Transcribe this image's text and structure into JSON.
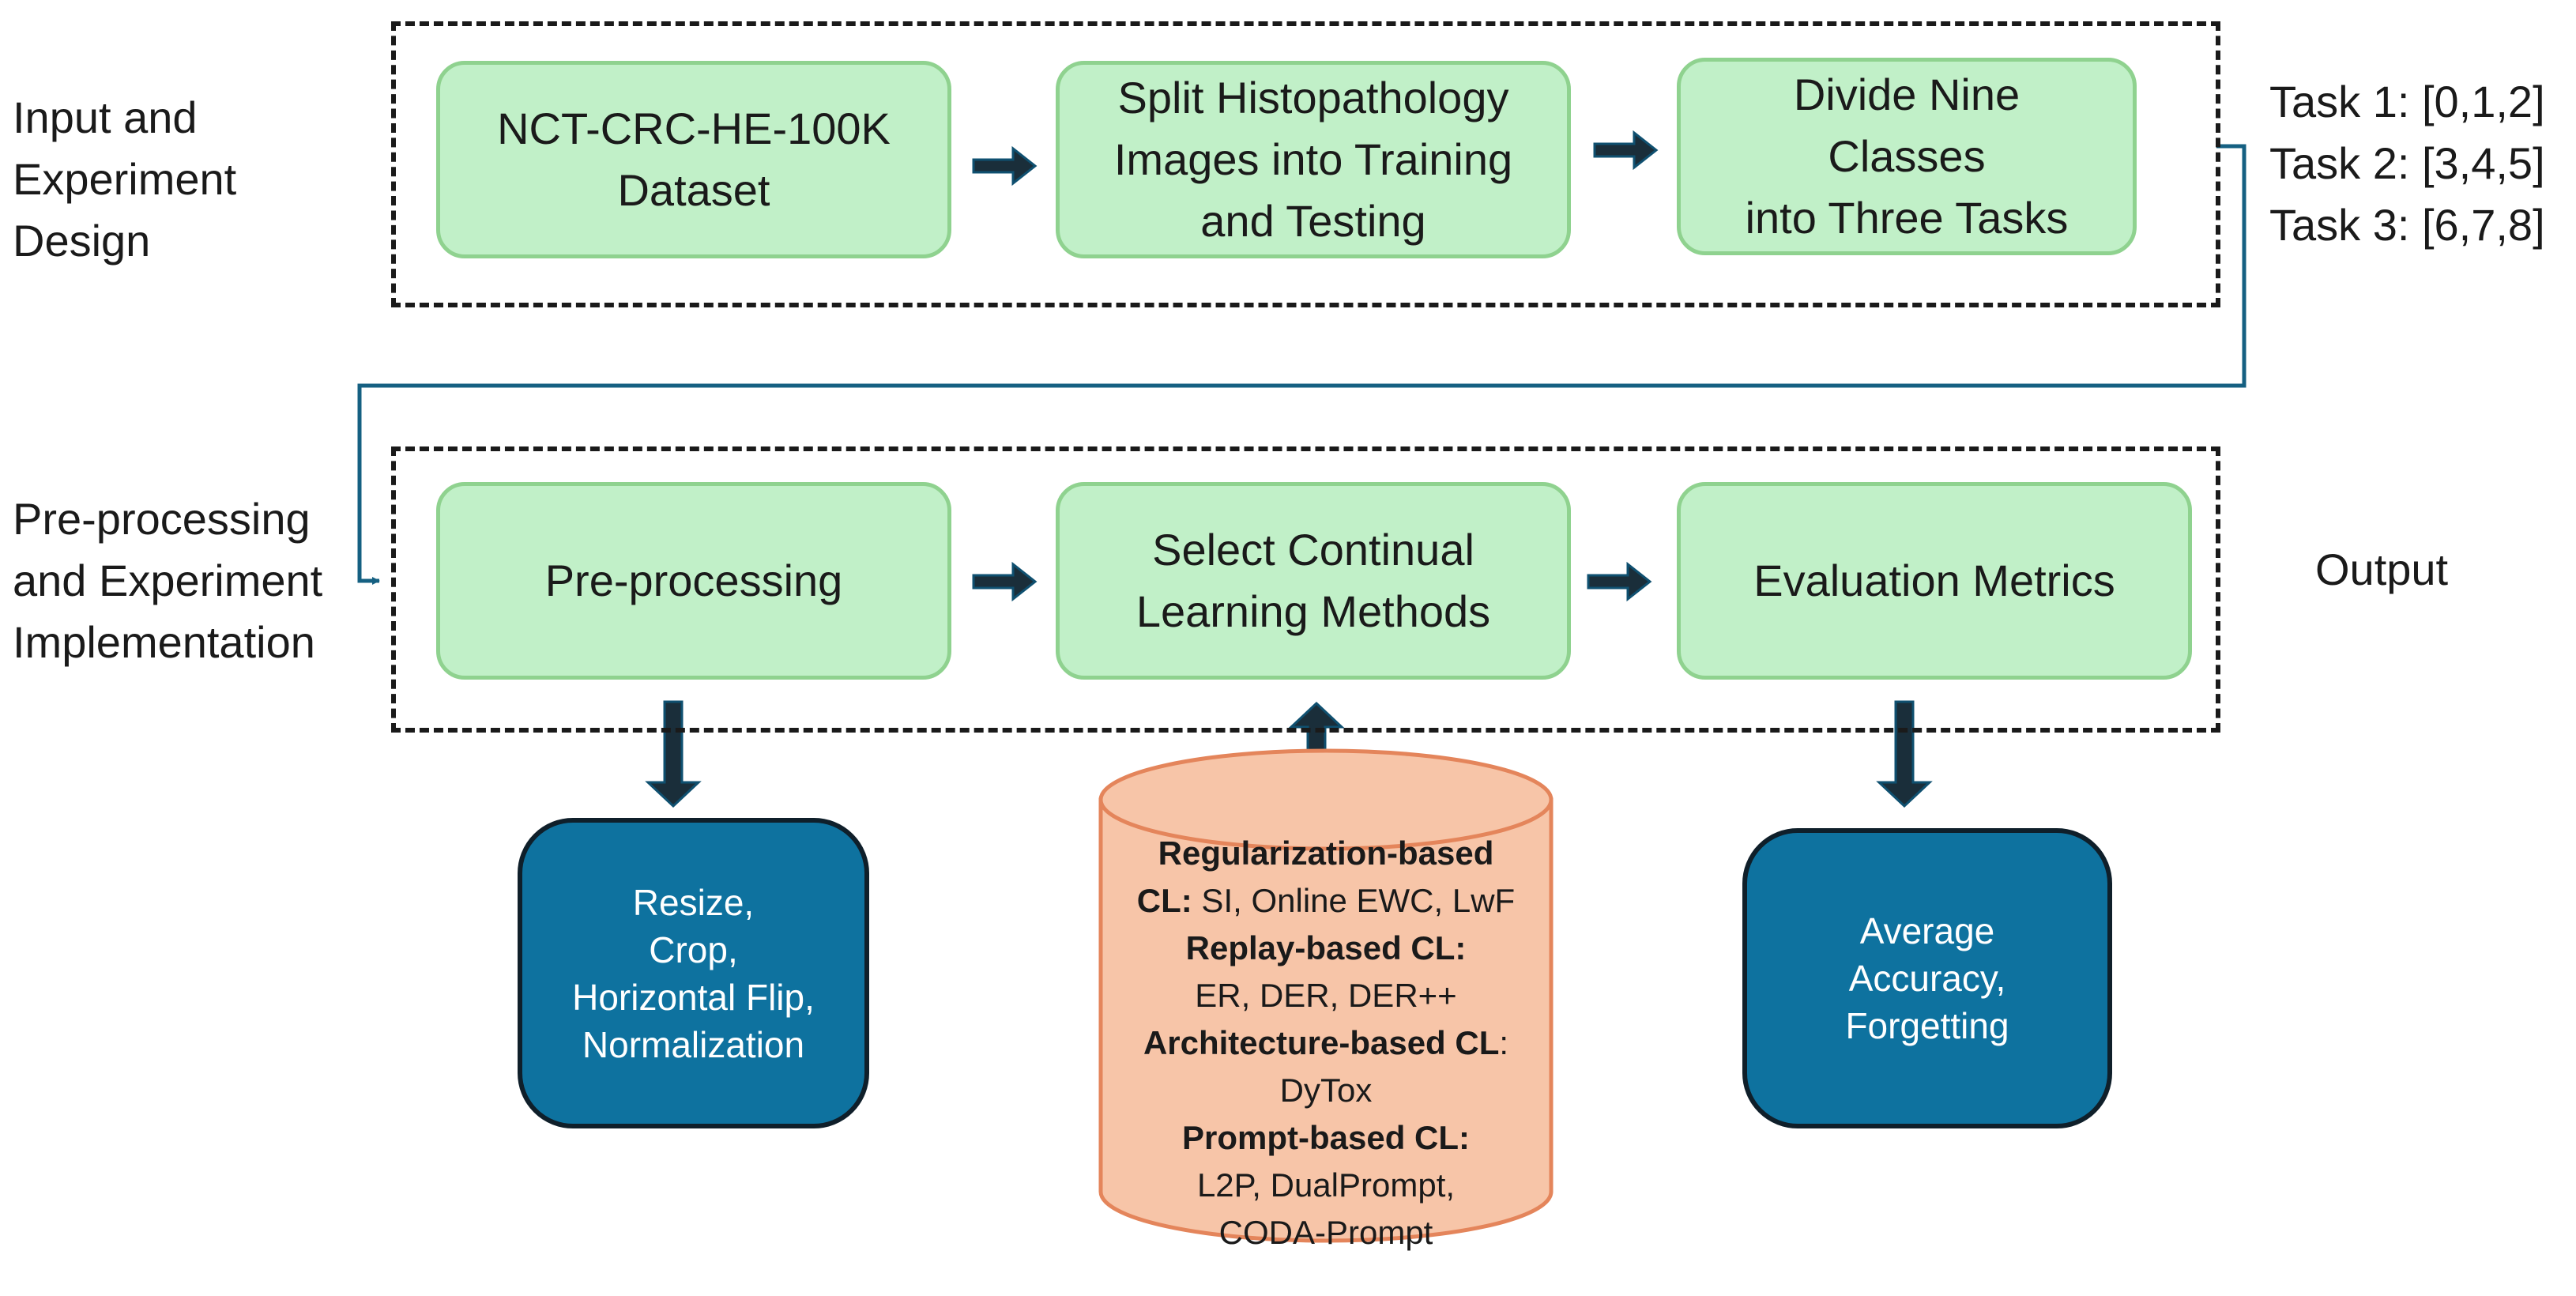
{
  "sections": {
    "input_label": [
      "Input and",
      "Experiment",
      "Design"
    ],
    "preprocess_label": [
      "Pre-processing",
      "and Experiment",
      "Implementation"
    ],
    "output_label": "Output"
  },
  "row1": [
    {
      "lines": [
        "NCT-CRC-HE-100K",
        "Dataset"
      ]
    },
    {
      "lines": [
        "Split Histopathology",
        "Images into Training",
        "and Testing"
      ]
    },
    {
      "lines": [
        "Divide Nine",
        "Classes",
        "into Three Tasks"
      ]
    }
  ],
  "tasks": [
    "Task 1: [0,1,2]",
    "Task 2: [3,4,5]",
    "Task 3: [6,7,8]"
  ],
  "row2": [
    {
      "lines": [
        "Pre-processing"
      ]
    },
    {
      "lines": [
        "Select Continual",
        "Learning Methods"
      ]
    },
    {
      "lines": [
        "Evaluation Metrics"
      ]
    }
  ],
  "preprocessing_steps": [
    "Resize,",
    "Crop,",
    "Horizontal Flip,",
    "Normalization"
  ],
  "metrics": [
    "Average",
    "Accuracy,",
    "Forgetting"
  ],
  "methods": [
    {
      "bold": "Regularization-based",
      "rest": ""
    },
    {
      "bold": "CL:",
      "rest": " SI, Online EWC, LwF"
    },
    {
      "bold": "Replay-based CL:",
      "rest": ""
    },
    {
      "bold": "",
      "rest": "ER, DER, DER++"
    },
    {
      "bold": "Architecture-based CL",
      "rest": ":"
    },
    {
      "bold": "",
      "rest": "DyTox"
    },
    {
      "bold": "Prompt-based CL:",
      "rest": ""
    },
    {
      "bold": "",
      "rest": "L2P, DualPrompt,"
    },
    {
      "bold": "",
      "rest": "CODA-Prompt"
    }
  ],
  "colors": {
    "green_fill": "#c1f0c8",
    "green_border": "#8fd28f",
    "blue_fill": "#0e729f",
    "cylinder_fill": "#f7c5a8",
    "cylinder_border": "#e4855b",
    "connector": "#156082",
    "arrow": "#1a2e3a"
  }
}
